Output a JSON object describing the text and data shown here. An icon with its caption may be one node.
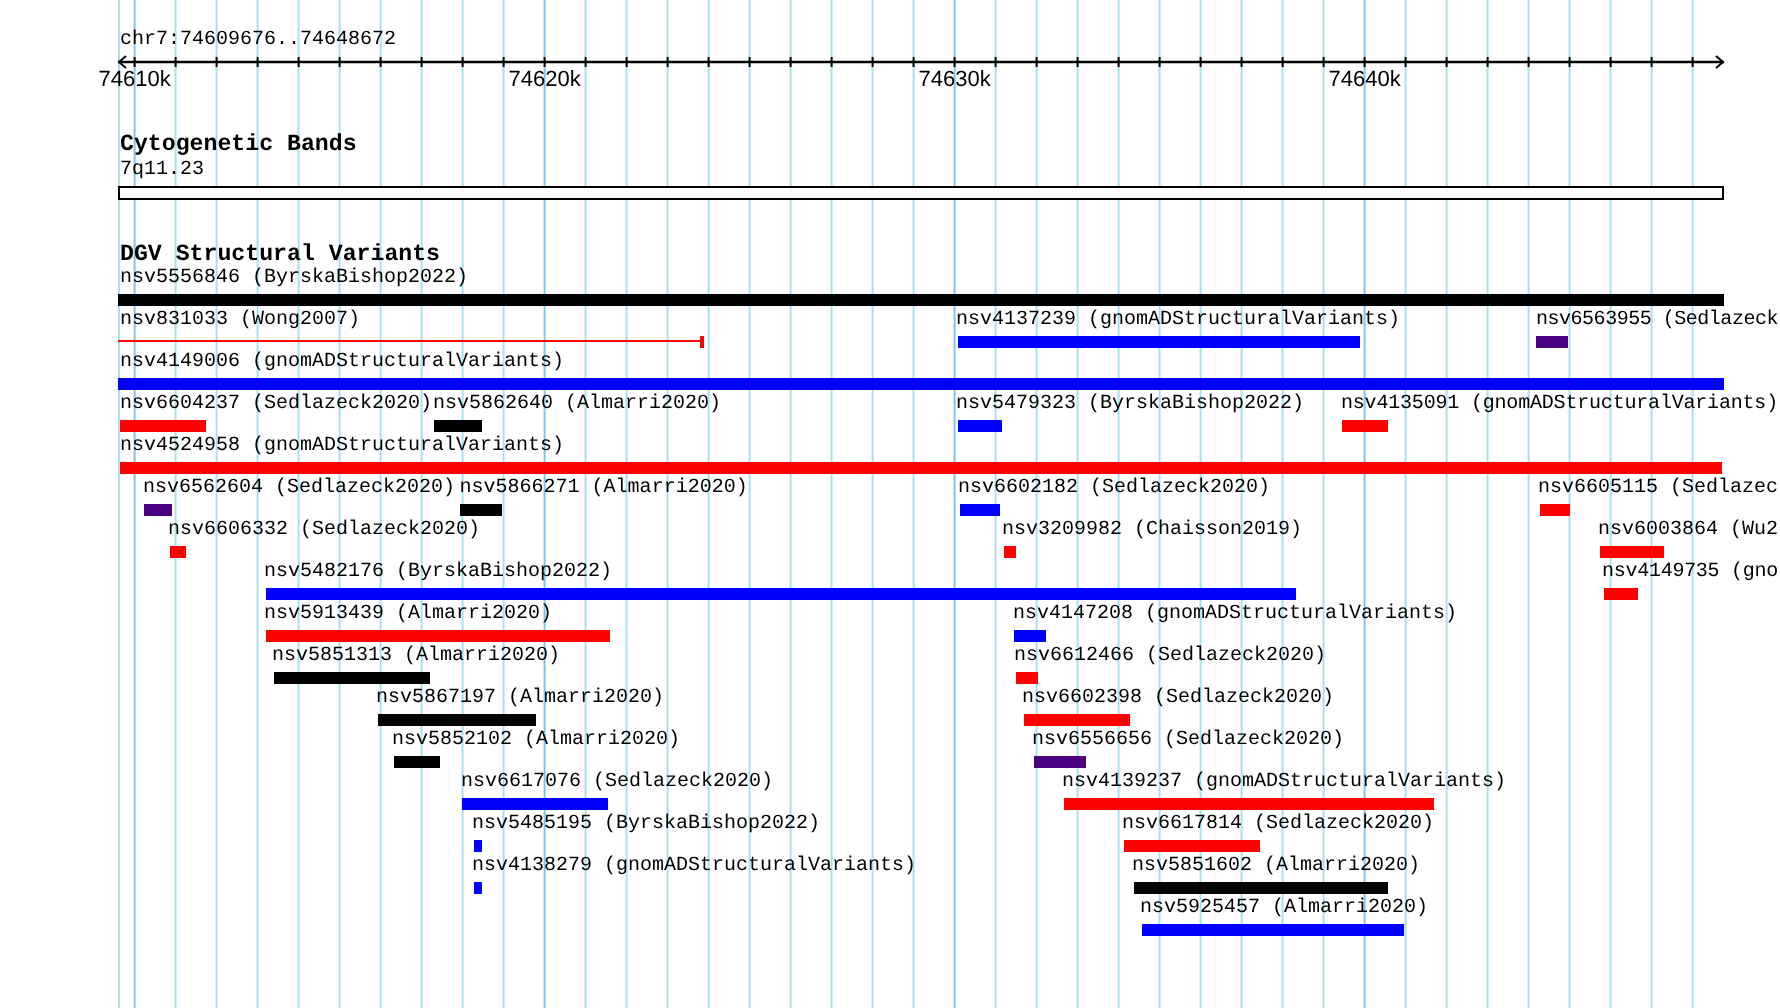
{
  "diagram": {
    "nodes": [
      {
        "text": [
          "7q11.23"
        ]
      },
      {
        "text": [
          "nsv5556846 (ByrskaBishop2022)"
        ]
      },
      {
        "text": [
          "nsv831033 (Wong2007)"
        ]
      },
      {
        "text": [
          "nsv4137239 (gnomADStructuralVariants)"
        ]
      },
      {
        "text": [
          "nsv6563955 (Sedlazeck"
        ]
      },
      {
        "text": [
          "nsv4149006 (gnomADStructuralVariants)"
        ]
      },
      {
        "text": [
          "nsv6604237 (Sedlazeck2020)"
        ]
      },
      {
        "text": [
          "nsv5862640 (Almarri2020)"
        ]
      },
      {
        "text": [
          "nsv5479323 (ByrskaBishop2022)"
        ]
      },
      {
        "text": [
          "nsv4135091 (gnomADStructuralVariants)"
        ]
      },
      {
        "text": [
          "nsv4524958 (gnomADStructuralVariants)"
        ]
      },
      {
        "text": [
          "nsv6562604 (Sedlazeck2020)"
        ]
      },
      {
        "text": [
          "nsv5866271 (Almarri2020)"
        ]
      },
      {
        "text": [
          "nsv6602182 (Sedlazeck2020)"
        ]
      },
      {
        "text": [
          "nsv6605115 (Sedlazec"
        ]
      },
      {
        "text": [
          "nsv6606332 (Sedlazeck2020)"
        ]
      },
      {
        "text": [
          "nsv3209982 (Chaisson2019)"
        ]
      },
      {
        "text": [
          "nsv6003864 (Wu2"
        ]
      },
      {
        "text": [
          "nsv5482176 (ByrskaBishop2022)"
        ]
      },
      {
        "text": [
          "nsv4149735 (gno"
        ]
      },
      {
        "text": [
          "nsv5913439 (Almarri2020)"
        ]
      },
      {
        "text": [
          "nsv4147208 (gnomADStructuralVariants)"
        ]
      },
      {
        "text": [
          "nsv5851313 (Almarri2020)"
        ]
      },
      {
        "text": [
          "nsv6612466 (Sedlazeck2020)"
        ]
      },
      {
        "text": [
          "nsv5867197 (Almarri2020)"
        ]
      },
      {
        "text": [
          "nsv6602398 (Sedlazeck2020)"
        ]
      },
      {
        "text": [
          "nsv5852102 (Almarri2020)"
        ]
      },
      {
        "text": [
          "nsv6556656 (Sedlazeck2020)"
        ]
      },
      {
        "text": [
          "nsv6617076 (Sedlazeck2020)"
        ]
      },
      {
        "text": [
          "nsv4139237 (gnomADStructuralVariants)"
        ]
      },
      {
        "text": [
          "nsv5485195 (ByrskaBishop2022)"
        ]
      },
      {
        "text": [
          "nsv6617814 (Sedlazeck2020)"
        ]
      },
      {
        "text": [
          "nsv4138279 (gnomADStructuralVariants)"
        ]
      },
      {
        "text": [
          "nsv5851602 (Almarri2020)"
        ]
      },
      {
        "text": [
          "nsv5925457 (Almarri2020)"
        ]
      }
    ],
    "labels": [
      "chr7:74609676..74648672",
      "74610k",
      "74620k",
      "74630k",
      "74640k",
      "Cytogenetic Bands",
      "DGV Structural Variants"
    ]
  }
}
